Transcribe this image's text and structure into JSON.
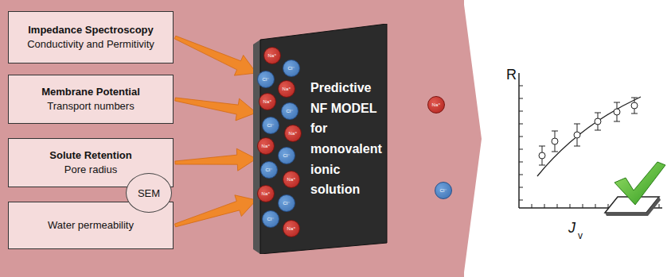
{
  "diagram": {
    "nodes": [
      {
        "text": [
          "Impedance Spectroscopy",
          "Conductivity and Permitivity"
        ]
      },
      {
        "text": [
          "Membrane Potential",
          "Transport numbers"
        ]
      },
      {
        "text": [
          "Solute Retention",
          "Pore radius"
        ]
      },
      {
        "text": [
          "SEM"
        ]
      },
      {
        "text": [
          "Water permeability"
        ]
      },
      {
        "text": [
          "Predictive NF MODEL for monovalent ionic solution"
        ]
      },
      {
        "text": [
          "Na⁺"
        ]
      },
      {
        "text": [
          "Cl⁻"
        ]
      },
      {
        "text": [
          "Cl⁻"
        ]
      },
      {
        "text": [
          "Na⁺"
        ]
      },
      {
        "text": [
          "Na⁺"
        ]
      },
      {
        "text": [
          "Cl⁻"
        ]
      },
      {
        "text": [
          "Cl⁻"
        ]
      },
      {
        "text": [
          "Na⁺"
        ]
      },
      {
        "text": [
          "Na⁺"
        ]
      },
      {
        "text": [
          "Cl⁻"
        ]
      },
      {
        "text": [
          "Cl⁻"
        ]
      },
      {
        "text": [
          "Na⁺"
        ]
      },
      {
        "text": [
          "Na⁺"
        ]
      },
      {
        "text": [
          "Cl⁻"
        ]
      },
      {
        "text": [
          "Cl⁻"
        ]
      },
      {
        "text": [
          "Na⁺"
        ]
      },
      {
        "text": [
          "Na⁺"
        ]
      },
      {
        "text": [
          "Cl⁻"
        ]
      }
    ],
    "edges": [
      {
        "from": 0,
        "to": 5,
        "arrow": "to"
      },
      {
        "from": 1,
        "to": 5,
        "arrow": "to"
      },
      {
        "from": 2,
        "to": 5,
        "arrow": "to"
      },
      {
        "from": 4,
        "to": 5,
        "arrow": "to"
      }
    ],
    "labels": [
      "R",
      "J",
      "v"
    ]
  }
}
